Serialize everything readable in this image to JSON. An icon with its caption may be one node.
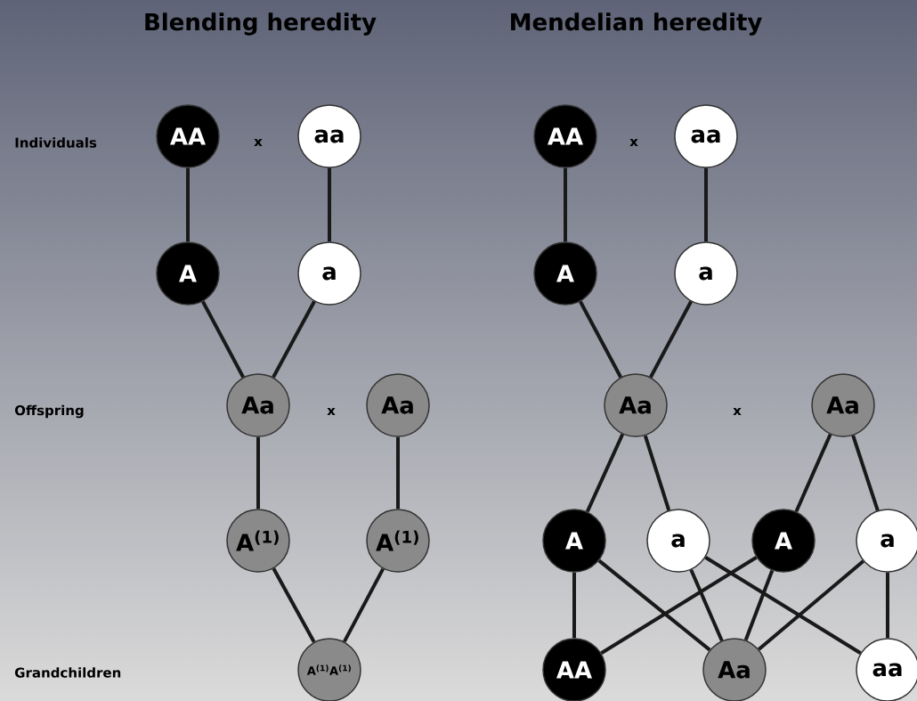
{
  "diagram": {
    "nodes": [
      {
        "text": [
          "AA"
        ]
      },
      {
        "text": [
          "aa"
        ]
      },
      {
        "text": [
          "A"
        ]
      },
      {
        "text": [
          "a"
        ]
      },
      {
        "text": [
          "Aa"
        ]
      },
      {
        "text": [
          "Aa"
        ]
      },
      {
        "text": [
          "A$^{(1)}$"
        ]
      },
      {
        "text": [
          "A$^{(1)}$"
        ]
      },
      {
        "text": [
          "A$^{(1)}$A$^{(1)}$"
        ]
      },
      {
        "text": [
          "AA"
        ]
      },
      {
        "text": [
          "aa"
        ]
      },
      {
        "text": [
          "A"
        ]
      },
      {
        "text": [
          "a"
        ]
      },
      {
        "text": [
          "Aa"
        ]
      },
      {
        "text": [
          "Aa"
        ]
      },
      {
        "text": [
          "A"
        ]
      },
      {
        "text": [
          "a"
        ]
      },
      {
        "text": [
          "A"
        ]
      },
      {
        "text": [
          "a"
        ]
      },
      {
        "text": [
          "AA"
        ]
      },
      {
        "text": [
          "Aa"
        ]
      },
      {
        "text": [
          "aa"
        ]
      }
    ],
    "edges": [
      {
        "from": 0,
        "to": 2,
        "arrow": "none"
      },
      {
        "from": 1,
        "to": 3,
        "arrow": "none"
      },
      {
        "from": 2,
        "to": 4,
        "arrow": "none"
      },
      {
        "from": 3,
        "to": 4,
        "arrow": "none"
      },
      {
        "from": 4,
        "to": 6,
        "arrow": "none"
      },
      {
        "from": 5,
        "to": 7,
        "arrow": "none"
      },
      {
        "from": 6,
        "to": 8,
        "arrow": "none"
      },
      {
        "from": 7,
        "to": 8,
        "arrow": "none"
      },
      {
        "from": 9,
        "to": 11,
        "arrow": "none"
      },
      {
        "from": 10,
        "to": 12,
        "arrow": "none"
      },
      {
        "from": 11,
        "to": 13,
        "arrow": "none"
      },
      {
        "from": 12,
        "to": 13,
        "arrow": "none"
      },
      {
        "from": 13,
        "to": 15,
        "arrow": "none"
      },
      {
        "from": 13,
        "to": 16,
        "arrow": "none"
      },
      {
        "from": 14,
        "to": 17,
        "arrow": "none"
      },
      {
        "from": 14,
        "to": 18,
        "arrow": "none"
      },
      {
        "from": 15,
        "to": 19,
        "arrow": "none"
      },
      {
        "from": 15,
        "to": 20,
        "arrow": "none"
      },
      {
        "from": 16,
        "to": 20,
        "arrow": "none"
      },
      {
        "from": 16,
        "to": 21,
        "arrow": "none"
      },
      {
        "from": 17,
        "to": 19,
        "arrow": "none"
      },
      {
        "from": 17,
        "to": 20,
        "arrow": "none"
      },
      {
        "from": 18,
        "to": 20,
        "arrow": "none"
      },
      {
        "from": 18,
        "to": 21,
        "arrow": "none"
      }
    ],
    "labels": [
      "Blending heredity",
      "Mendelian heredity",
      "Individuals",
      "x",
      "x",
      "Offspring",
      "x",
      "x",
      "Grandchildren"
    ]
  }
}
